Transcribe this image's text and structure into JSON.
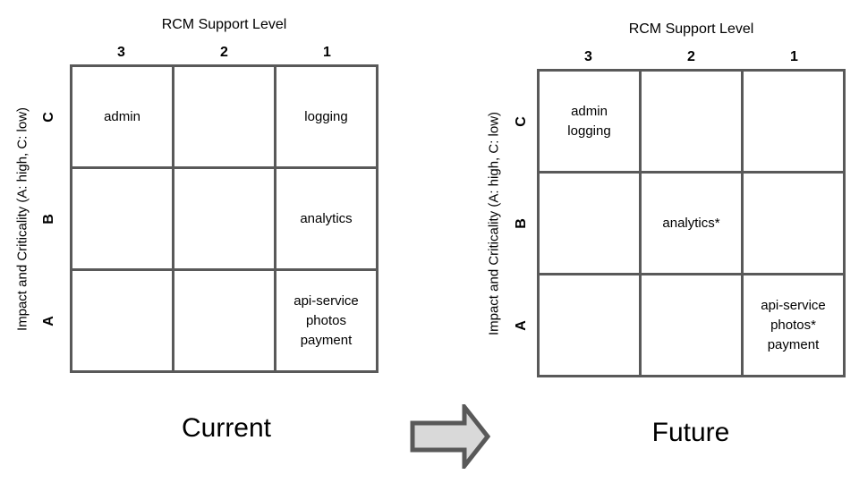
{
  "diagram": {
    "left": {
      "title": "RCM Support Level",
      "column_headers": [
        "3",
        "2",
        "1"
      ],
      "y_axis_label": "Impact and Criticality (A: high, C: low)",
      "row_labels": [
        "C",
        "B",
        "A"
      ],
      "cells": [
        "admin",
        "",
        "logging",
        "",
        "",
        "analytics",
        "",
        "",
        "api-service\nphotos\npayment"
      ],
      "caption": "Current"
    },
    "right": {
      "title": "RCM Support Level",
      "column_headers": [
        "3",
        "2",
        "1"
      ],
      "y_axis_label": "Impact and Criticality (A: high, C: low)",
      "row_labels": [
        "C",
        "B",
        "A"
      ],
      "cells": [
        "admin\nlogging",
        "",
        "",
        "",
        "analytics*",
        "",
        "",
        "",
        "api-service\nphotos*\npayment"
      ],
      "caption": "Future"
    },
    "arrow_icon": "right-block-arrow",
    "colors": {
      "grid_line": "#595959",
      "text": "#000000",
      "arrow_fill": "#d9d9d9",
      "arrow_stroke": "#595959",
      "background": "#ffffff"
    }
  }
}
